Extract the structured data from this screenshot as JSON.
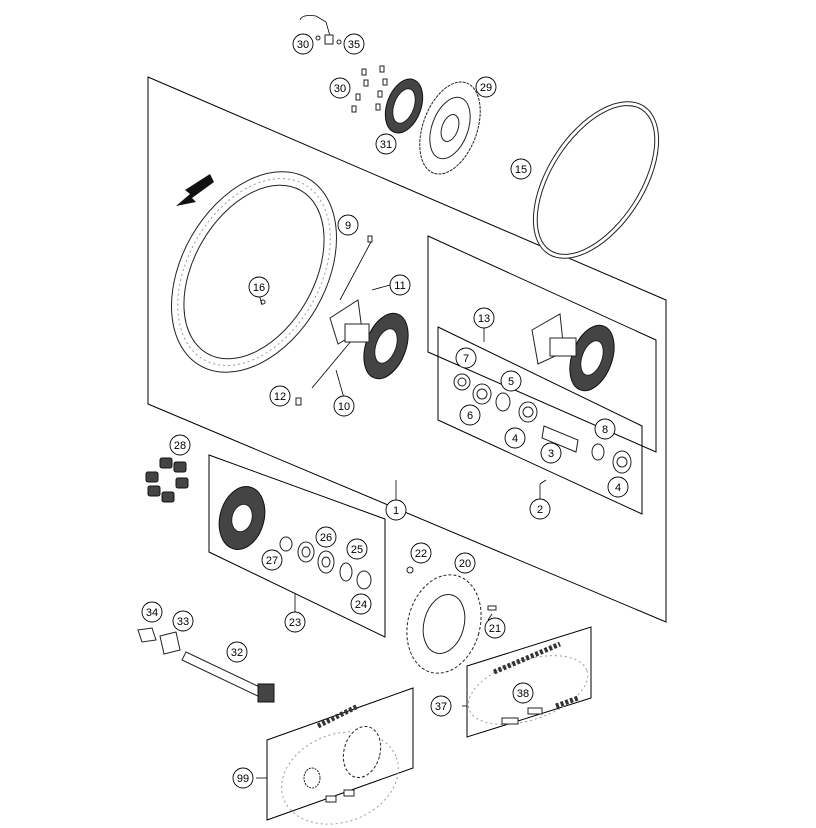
{
  "callouts": [
    {
      "label": "30"
    },
    {
      "label": "35"
    },
    {
      "label": "30"
    },
    {
      "label": "29"
    },
    {
      "label": "31"
    },
    {
      "label": "15"
    },
    {
      "label": "9"
    },
    {
      "label": "11"
    },
    {
      "label": "16"
    },
    {
      "label": "12"
    },
    {
      "label": "10"
    },
    {
      "label": "13"
    },
    {
      "label": "7"
    },
    {
      "label": "5"
    },
    {
      "label": "6"
    },
    {
      "label": "4"
    },
    {
      "label": "8"
    },
    {
      "label": "3"
    },
    {
      "label": "4"
    },
    {
      "label": "2"
    },
    {
      "label": "1"
    },
    {
      "label": "28"
    },
    {
      "label": "26"
    },
    {
      "label": "25"
    },
    {
      "label": "27"
    },
    {
      "label": "24"
    },
    {
      "label": "23"
    },
    {
      "label": "22"
    },
    {
      "label": "20"
    },
    {
      "label": "21"
    },
    {
      "label": "34"
    },
    {
      "label": "33"
    },
    {
      "label": "32"
    },
    {
      "label": "38"
    },
    {
      "label": "37"
    },
    {
      "label": "99"
    }
  ]
}
